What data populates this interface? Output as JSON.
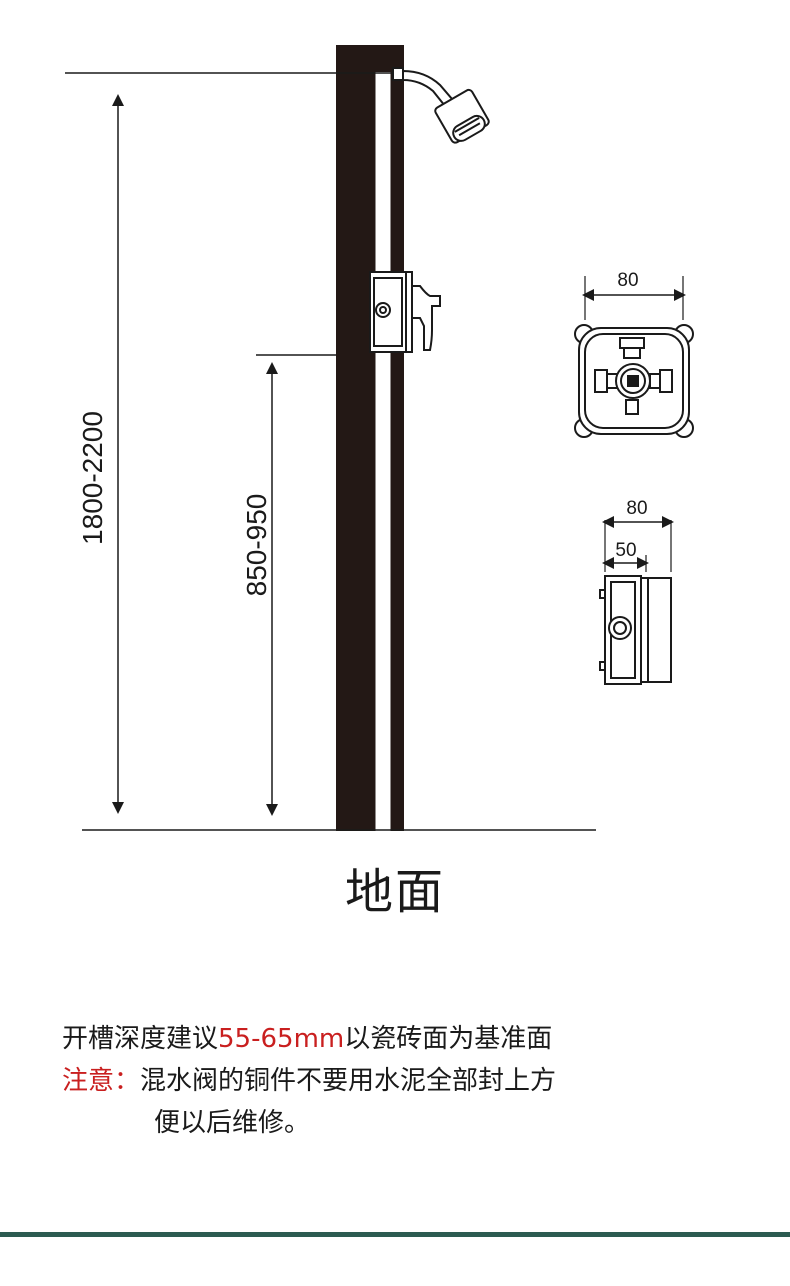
{
  "dimensions": {
    "shower_height": "1800-2200",
    "valve_height": "850-950",
    "valve_front_width": "80",
    "valve_side_width": "80",
    "valve_side_depth": "50"
  },
  "ground_label": "地面",
  "note": {
    "line1_prefix": "开槽深度建议",
    "line1_highlight": "55-65mm",
    "line1_suffix": "以瓷砖面为基准面",
    "notice_label": "注意：",
    "line2": "混水阀的铜件不要用水泥全部封上方",
    "line3": "便以后维修。"
  },
  "colors": {
    "accent_red": "#c91f1f",
    "bar_green": "#2c5b51",
    "wall": "#231815"
  }
}
